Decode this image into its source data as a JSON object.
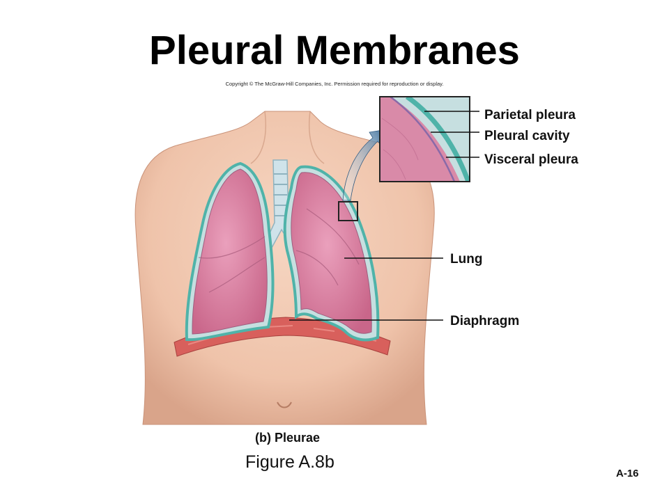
{
  "title": "Pleural Membranes",
  "copyright": "Copyright © The McGraw-Hill Companies, Inc. Permission required for reproduction or display.",
  "labels": {
    "parietal_pleura": "Parietal pleura",
    "pleural_cavity": "Pleural cavity",
    "visceral_pleura": "Visceral pleura",
    "lung": "Lung",
    "diaphragm": "Diaphragm"
  },
  "panel_caption": "(b) Pleurae",
  "figure_caption": "Figure A.8b",
  "page_number": "A-16",
  "colors": {
    "skin": "#f1c9b1",
    "skin_shadow": "#d9a48a",
    "lung": "#d97fa0",
    "lung_light": "#eba9c1",
    "pleura": "#4fb3a9",
    "pleural_cavity": "#c6dfe0",
    "diaphragm": "#d8605c",
    "trachea": "#cfe3ea",
    "arrow": "#3d6f9a"
  }
}
